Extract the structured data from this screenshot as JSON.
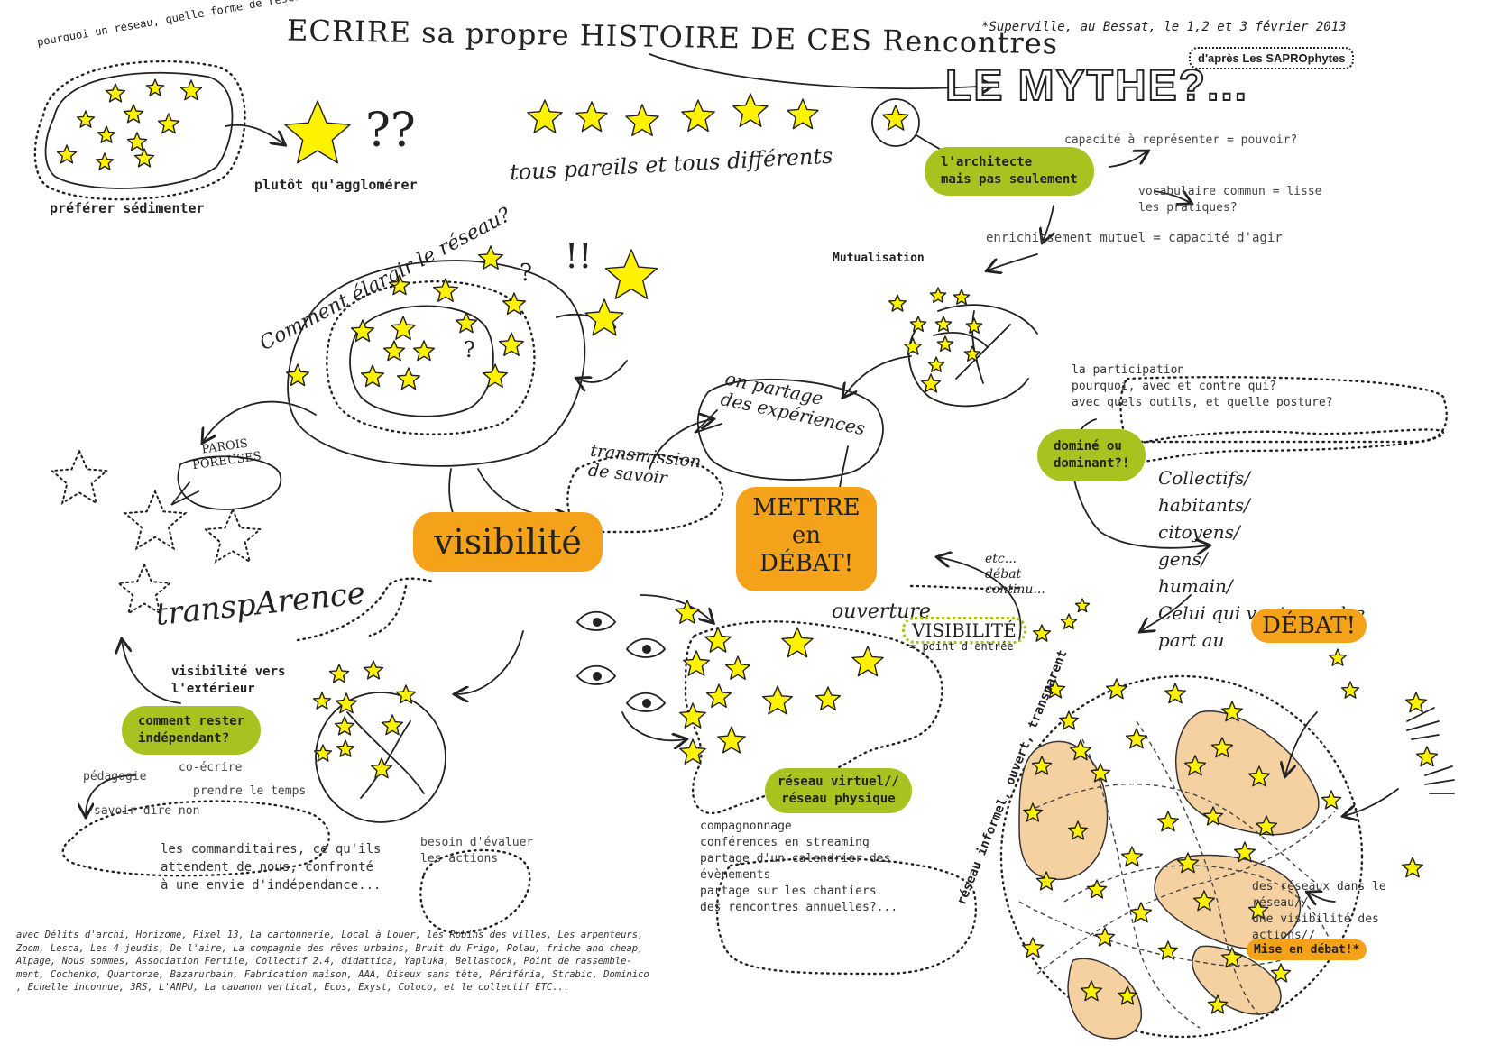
{
  "title": "ECRIRE sa propre HISTOIRE DE CES Rencontres",
  "event": "*Superville, au Bessat, le 1,2 et 3 février 2013",
  "credit": "d'après Les SAPROphytes",
  "mythe": "LE MYTHE?...",
  "network_question": "pourquoi un réseau, quelle forme de réseau, un réseau pour qui?...",
  "marks": "??",
  "prefer": "préférer sédimenter",
  "rather": "plutôt qu'agglomérer",
  "alike": "tous pareils et tous différents",
  "architect": "l'architecte\nmais pas seulement",
  "represent": "capacité à représenter = pouvoir?",
  "vocab": "vocabulaire commun = lisse\nles pratiques?",
  "enrich": "enrichissement mutuel = capacité d'agir",
  "mutual": "Mutualisation",
  "enlarge": "Comment élargir le réseau?",
  "excl": "!!",
  "q": "?",
  "walls": "PAROIS\nPOREUSES",
  "share": "on partage\ndes expériences",
  "transmission": "transmission\nde savoir",
  "visibilite": "visibilité",
  "debate": "METTRE\nen\nDÉBAT!",
  "participation": "la participation\npourquoi, avec et contre qui?\navec quels outils, et quelle posture?",
  "domine": "dominé ou\ndominant?!",
  "collectifs": "Collectifs/\nhabitants/\ncitoyens/\ngens/\nhumain/\nCelui qui veut prendre\npart au",
  "debat_word": "DÉBAT!",
  "transparence": "transpArence",
  "etc": "etc...\ndébat\ncontinu...",
  "ouverture": "ouverture",
  "visib2": "VISIBILITÉ",
  "entry": "= point d'entrée",
  "vis_ext": "visibilité vers\nl'extérieur",
  "independent": "comment rester\nindépendant?",
  "cowrite": "co-écrire",
  "pedagogy": "pédagogie",
  "time": "prendre le temps",
  "no": "savoir dire non",
  "sponsors": "les commanditaires, ce qu'ils\nattendent de nous, confronté\nà une envie d'indépendance...",
  "evaluate": "besoin d'évaluer\nles actions",
  "virtual": "réseau virtuel//\nréseau physique",
  "companions": "compagnonnage\nconférences en streaming\npartage d'un calendrier des\névènements\npartage sur les chantiers\ndes rencontres annuelles?...",
  "informal": "réseau informel, ouvert, transparent",
  "networks": "des réseaux dans le\nréseau//\nune visibilité des\nactions//",
  "misen": "Mise en débat!*",
  "footer": "avec Délits d'archi, Horizome, Pixel 13, La cartonnerie, Local à Louer, les Robins des villes, Les arpenteurs,\nZoom, Lesca, Les 4 jeudis, De l'aire, La compagnie des rêves urbains, Bruit du Frigo, Polau, friche and cheap,\nAlpage, Nous sommes, Association Fertile, Collectif 2.4, didattica, Yapluka, Bellastock, Point de rassemble-\nment, Cochenko, Quartorze, Bazarurbain, Fabrication maison, AAA, Oiseux sans tête, Périféria, Strabic, Dominico\n, Echelle inconnue, 3RS, L'ANPU, La cabanon vertical, Ecos, Exyst, Coloco, et le collectif ETC...",
  "colors": {
    "green": "#a8c21f",
    "orange": "#f4a21a",
    "star": "#fff200",
    "blob": "#f5d1a2"
  }
}
